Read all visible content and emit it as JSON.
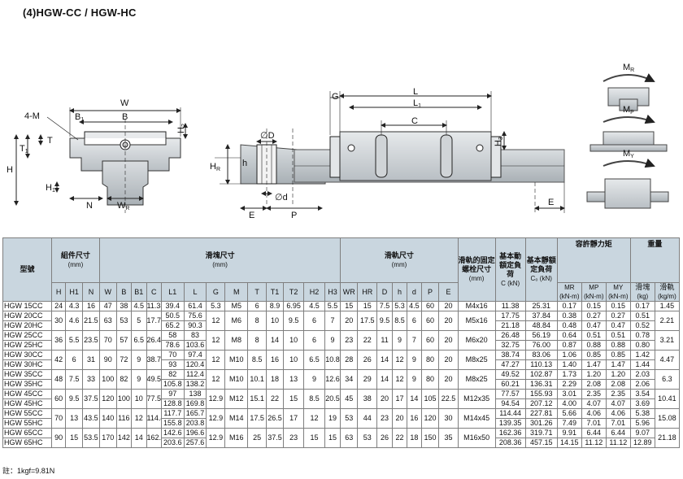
{
  "title": "(4)HGW-CC / HGW-HC",
  "drawing_labels": {
    "front": {
      "W": "W",
      "B": "B",
      "B1": "B",
      "B1_sub": "1",
      "C_chamfer": "4-M",
      "H": "H",
      "T1": "T",
      "T1_sub": "1",
      "T": "T",
      "H2": "H",
      "H2_sub": "2",
      "H1": "H",
      "H1_sub": "1",
      "N": "N",
      "WR": "W",
      "WR_sub": "R"
    },
    "side": {
      "D": "∅D",
      "h": "h",
      "HR": "H",
      "HR_sub": "R",
      "d": "∅d",
      "E": "E",
      "P": "P"
    },
    "top": {
      "G": "G",
      "L": "L",
      "L1": "L",
      "L1_sub": "1",
      "C": "C",
      "H3": "H",
      "H3_sub": "3",
      "E": "E"
    },
    "moments": {
      "MR": "M",
      "MR_sub": "R",
      "MP": "M",
      "MP_sub": "P",
      "MY": "M",
      "MY_sub": "Y"
    }
  },
  "table": {
    "head": {
      "model": "型號",
      "group_assembly": "組件尺寸",
      "group_assembly_unit": "(mm)",
      "group_block": "滑塊尺寸",
      "group_block_unit": "(mm)",
      "group_rail": "滑軌尺寸",
      "group_rail_unit": "(mm)",
      "bolt": "滑軌的固定螺栓尺寸",
      "bolt_unit": "(mm)",
      "dyn": "基本動額定負荷",
      "dyn_unit": "C (kN)",
      "sta": "基本靜額定負荷",
      "sta_unit": "C₀ (kN)",
      "moment": "容許靜力矩",
      "weight": "重量",
      "mr": "MR",
      "mp": "MP",
      "my": "MY",
      "moment_unit": "(kN-m)",
      "w_block": "滑塊",
      "w_block_unit": "(kg)",
      "w_rail": "滑軌",
      "w_rail_unit": "(kg/m)",
      "cols": [
        "H",
        "H1",
        "N",
        "W",
        "B",
        "B1",
        "C",
        "L1",
        "L",
        "G",
        "M",
        "T",
        "T1",
        "T2",
        "H2",
        "H3",
        "WR",
        "HR",
        "D",
        "h",
        "d",
        "P",
        "E"
      ]
    },
    "rows": [
      {
        "models": [
          "HGW 15CC"
        ],
        "H": "24",
        "H1": "4.3",
        "N": "16",
        "W": "47",
        "B": "38",
        "B1": "4.5",
        "C": [
          "11.38"
        ],
        "L1": [
          "39.4"
        ],
        "L": [
          "61.4"
        ],
        "G": "5.3",
        "M": "M5",
        "T": "6",
        "T1": "8.9",
        "T2": "6.95",
        "H2": "4.5",
        "H3": "5.5",
        "WR": "15",
        "HR": "15",
        "D": "7.5",
        "h": "5.3",
        "d": "4.5",
        "P": "60",
        "E": "20",
        "bolt": "M4x16",
        "C0": [
          "25.31"
        ],
        "MR": [
          "0.17"
        ],
        "MP": [
          "0.15"
        ],
        "MY": [
          "0.15"
        ],
        "wb": [
          "0.17"
        ],
        "wr": "1.45"
      },
      {
        "models": [
          "HGW 20CC",
          "HGW 20HC"
        ],
        "H": "30",
        "H1": "4.6",
        "N": "21.5",
        "W": "63",
        "B": "53",
        "B1": "5",
        "C": [
          "17.75",
          "21.18"
        ],
        "L1": [
          "50.5",
          "65.2"
        ],
        "L": [
          "75.6",
          "90.3"
        ],
        "G": "12",
        "M": "M6",
        "T": "8",
        "T1": "10",
        "T2": "9.5",
        "H2": "6",
        "H3": "7",
        "WR": "20",
        "HR": "17.5",
        "D": "9.5",
        "h": "8.5",
        "d": "6",
        "P": "60",
        "E": "20",
        "bolt": "M5x16",
        "C0": [
          "37.84",
          "48.84"
        ],
        "MR": [
          "0.38",
          "0.48"
        ],
        "MP": [
          "0.27",
          "0.47"
        ],
        "MY": [
          "0.27",
          "0.47"
        ],
        "wb": [
          "0.51",
          "0.52"
        ],
        "wr": "2.21"
      },
      {
        "models": [
          "HGW 25CC",
          "HGW 25HC"
        ],
        "H": "36",
        "H1": "5.5",
        "N": "23.5",
        "W": "70",
        "B": "57",
        "B1": "6.5",
        "C": [
          "26.48",
          "32.75"
        ],
        "L1": [
          "58",
          "78.6"
        ],
        "L": [
          "83",
          "103.6"
        ],
        "G": "12",
        "M": "M8",
        "T": "8",
        "T1": "14",
        "T2": "10",
        "H2": "6",
        "H3": "9",
        "WR": "23",
        "HR": "22",
        "D": "11",
        "h": "9",
        "d": "7",
        "P": "60",
        "E": "20",
        "bolt": "M6x20",
        "C0": [
          "56.19",
          "76.00"
        ],
        "MR": [
          "0.64",
          "0.87"
        ],
        "MP": [
          "0.51",
          "0.88"
        ],
        "MY": [
          "0.51",
          "0.88"
        ],
        "wb": [
          "0.78",
          "0.80"
        ],
        "wr": "3.21"
      },
      {
        "models": [
          "HGW 30CC",
          "HGW 30HC"
        ],
        "H": "42",
        "H1": "6",
        "N": "31",
        "W": "90",
        "B": "72",
        "B1": "9",
        "C": [
          "38.74",
          "47.27"
        ],
        "L1": [
          "70",
          "93"
        ],
        "L": [
          "97.4",
          "120.4"
        ],
        "G": "12",
        "M": "M10",
        "T": "8.5",
        "T1": "16",
        "T2": "10",
        "H2": "6.5",
        "H3": "10.8",
        "WR": "28",
        "HR": "26",
        "D": "14",
        "h": "12",
        "d": "9",
        "P": "80",
        "E": "20",
        "bolt": "M8x25",
        "C0": [
          "83.06",
          "110.13"
        ],
        "MR": [
          "1.06",
          "1.40"
        ],
        "MP": [
          "0.85",
          "1.47"
        ],
        "MY": [
          "0.85",
          "1.47"
        ],
        "wb": [
          "1.42",
          "1.44"
        ],
        "wr": "4.47"
      },
      {
        "models": [
          "HGW 35CC",
          "HGW 35HC"
        ],
        "H": "48",
        "H1": "7.5",
        "N": "33",
        "W": "100",
        "B": "82",
        "B1": "9",
        "C": [
          "49.52",
          "60.21"
        ],
        "L1": [
          "82",
          "105.8"
        ],
        "L": [
          "112.4",
          "138.2"
        ],
        "G": "12",
        "M": "M10",
        "T": "10.1",
        "T1": "18",
        "T2": "13",
        "H2": "9",
        "H3": "12.6",
        "WR": "34",
        "HR": "29",
        "D": "14",
        "h": "12",
        "d": "9",
        "P": "80",
        "E": "20",
        "bolt": "M8x25",
        "C0": [
          "102.87",
          "136.31"
        ],
        "MR": [
          "1.73",
          "2.29"
        ],
        "MP": [
          "1.20",
          "2.08"
        ],
        "MY": [
          "1.20",
          "2.08"
        ],
        "wb": [
          "2.03",
          "2.06"
        ],
        "wr": "6.3"
      },
      {
        "models": [
          "HGW 45CC",
          "HGW 45HC"
        ],
        "H": "60",
        "H1": "9.5",
        "N": "37.5",
        "W": "120",
        "B": "100",
        "B1": "10",
        "C": [
          "77.57",
          "94.54"
        ],
        "L1": [
          "97",
          "128.8"
        ],
        "L": [
          "138",
          "169.8"
        ],
        "G": "12.9",
        "M": "M12",
        "T": "15.1",
        "T1": "22",
        "T2": "15",
        "H2": "8.5",
        "H3": "20.5",
        "WR": "45",
        "HR": "38",
        "D": "20",
        "h": "17",
        "d": "14",
        "P": "105",
        "E": "22.5",
        "bolt": "M12x35",
        "C0": [
          "155.93",
          "207.12"
        ],
        "MR": [
          "3.01",
          "4.00"
        ],
        "MP": [
          "2.35",
          "4.07"
        ],
        "MY": [
          "2.35",
          "4.07"
        ],
        "wb": [
          "3.54",
          "3.69"
        ],
        "wr": "10.41"
      },
      {
        "models": [
          "HGW 55CC",
          "HGW 55HC"
        ],
        "H": "70",
        "H1": "13",
        "N": "43.5",
        "W": "140",
        "B": "116",
        "B1": "12",
        "C": [
          "114.44",
          "139.35"
        ],
        "L1": [
          "117.7",
          "155.8"
        ],
        "L": [
          "165.7",
          "203.8"
        ],
        "G": "12.9",
        "M": "M14",
        "T": "17.5",
        "T1": "26.5",
        "T2": "17",
        "H2": "12",
        "H3": "19",
        "WR": "53",
        "HR": "44",
        "D": "23",
        "h": "20",
        "d": "16",
        "P": "120",
        "E": "30",
        "bolt": "M14x45",
        "C0": [
          "227.81",
          "301.26"
        ],
        "MR": [
          "5.66",
          "7.49"
        ],
        "MP": [
          "4.06",
          "7.01"
        ],
        "MY": [
          "4.06",
          "7.01"
        ],
        "wb": [
          "5.38",
          "5.96"
        ],
        "wr": "15.08"
      },
      {
        "models": [
          "HGW 65CC",
          "HGW 65HC"
        ],
        "H": "90",
        "H1": "15",
        "N": "53.5",
        "W": "170",
        "B": "142",
        "B1": "14",
        "C": [
          "162.36",
          "208.36"
        ],
        "L1": [
          "142.6",
          "203.6"
        ],
        "L": [
          "196.6",
          "257.6"
        ],
        "G": "12.9",
        "M": "M16",
        "T": "25",
        "T1": "37.5",
        "T2": "23",
        "H2": "15",
        "H3": "15",
        "WR": "63",
        "HR": "53",
        "D": "26",
        "h": "22",
        "d": "18",
        "P": "150",
        "E": "35",
        "bolt": "M16x50",
        "C0": [
          "319.71",
          "457.15"
        ],
        "MR": [
          "9.91",
          "14.15"
        ],
        "MP": [
          "6.44",
          "11.12"
        ],
        "MY": [
          "6.44",
          "11.12"
        ],
        "wb": [
          "9.07",
          "12.89"
        ],
        "wr": "21.18"
      }
    ]
  },
  "footnote": "註：1kgf=9.81N"
}
